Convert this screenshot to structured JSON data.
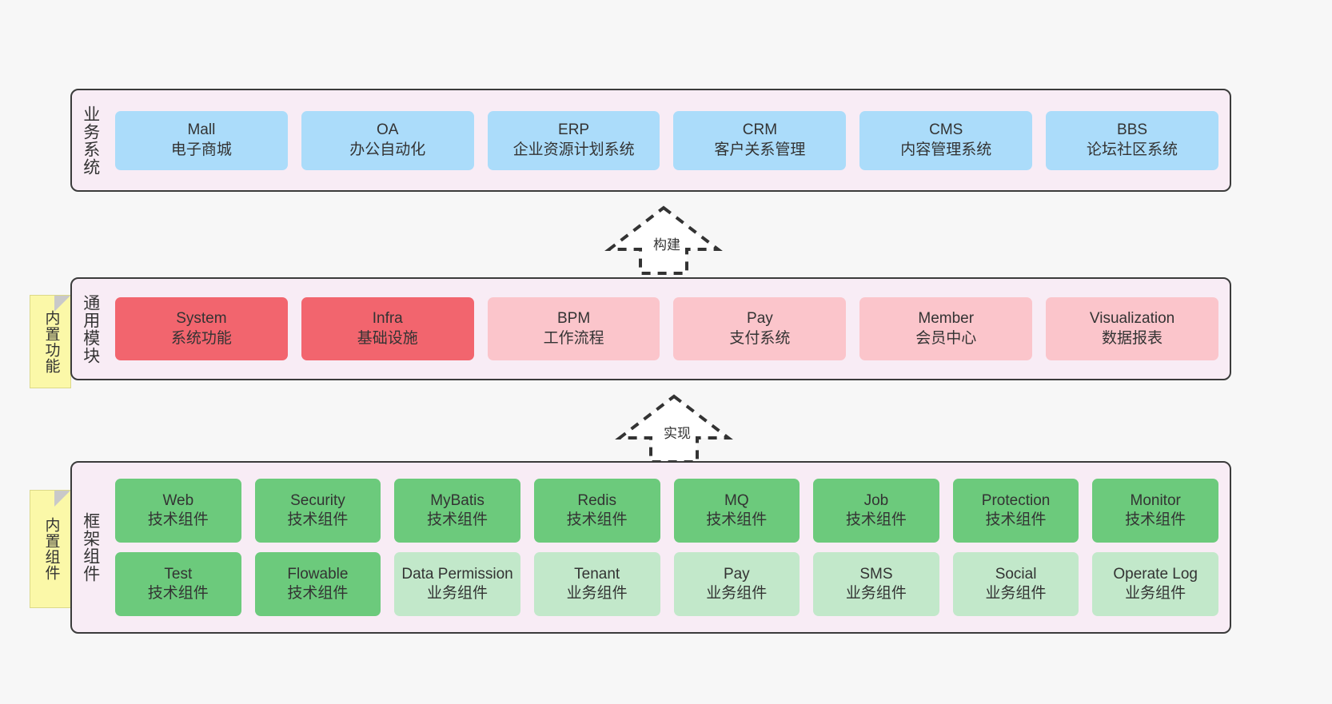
{
  "diagram": {
    "background": "#f7f7f7",
    "layer_fill": "#f8ecf5",
    "layer_border": "#3b3b3b",
    "colors": {
      "blue": "#ABDCFA",
      "red": "#F2656E",
      "pink_light": "#FBC5CB",
      "green": "#6CCA7C",
      "green_light": "#C2E8CA",
      "note_yellow": "#FBF8A8",
      "note_fold": "#c9c9c9",
      "text": "#333333"
    }
  },
  "layers": {
    "business": {
      "title": "业务系统",
      "nodes": [
        {
          "en": "Mall",
          "cn": "电子商城",
          "color": "blue"
        },
        {
          "en": "OA",
          "cn": "办公自动化",
          "color": "blue"
        },
        {
          "en": "ERP",
          "cn": "企业资源计划系统",
          "color": "blue"
        },
        {
          "en": "CRM",
          "cn": "客户关系管理",
          "color": "blue"
        },
        {
          "en": "CMS",
          "cn": "内容管理系统",
          "color": "blue"
        },
        {
          "en": "BBS",
          "cn": "论坛社区系统",
          "color": "blue"
        }
      ]
    },
    "common": {
      "title": "通用模块",
      "note": "内置功能",
      "nodes": [
        {
          "en": "System",
          "cn": "系统功能",
          "color": "red"
        },
        {
          "en": "Infra",
          "cn": "基础设施",
          "color": "red"
        },
        {
          "en": "BPM",
          "cn": "工作流程",
          "color": "pinklight"
        },
        {
          "en": "Pay",
          "cn": "支付系统",
          "color": "pinklight"
        },
        {
          "en": "Member",
          "cn": "会员中心",
          "color": "pinklight"
        },
        {
          "en": "Visualization",
          "cn": "数据报表",
          "color": "pinklight"
        }
      ]
    },
    "framework": {
      "title": "框架组件",
      "note": "内置组件",
      "rows": [
        [
          {
            "en": "Web",
            "cn": "技术组件",
            "color": "green"
          },
          {
            "en": "Security",
            "cn": "技术组件",
            "color": "green"
          },
          {
            "en": "MyBatis",
            "cn": "技术组件",
            "color": "green"
          },
          {
            "en": "Redis",
            "cn": "技术组件",
            "color": "green"
          },
          {
            "en": "MQ",
            "cn": "技术组件",
            "color": "green"
          },
          {
            "en": "Job",
            "cn": "技术组件",
            "color": "green"
          },
          {
            "en": "Protection",
            "cn": "技术组件",
            "color": "green"
          },
          {
            "en": "Monitor",
            "cn": "技术组件",
            "color": "green"
          }
        ],
        [
          {
            "en": "Test",
            "cn": "技术组件",
            "color": "green"
          },
          {
            "en": "Flowable",
            "cn": "技术组件",
            "color": "green"
          },
          {
            "en": "Data Permission",
            "cn": "业务组件",
            "color": "greenlight"
          },
          {
            "en": "Tenant",
            "cn": "业务组件",
            "color": "greenlight"
          },
          {
            "en": "Pay",
            "cn": "业务组件",
            "color": "greenlight"
          },
          {
            "en": "SMS",
            "cn": "业务组件",
            "color": "greenlight"
          },
          {
            "en": "Social",
            "cn": "业务组件",
            "color": "greenlight"
          },
          {
            "en": "Operate Log",
            "cn": "业务组件",
            "color": "greenlight"
          }
        ]
      ]
    }
  },
  "arrows": {
    "build": {
      "label": "构建"
    },
    "implement": {
      "label": "实现"
    }
  }
}
